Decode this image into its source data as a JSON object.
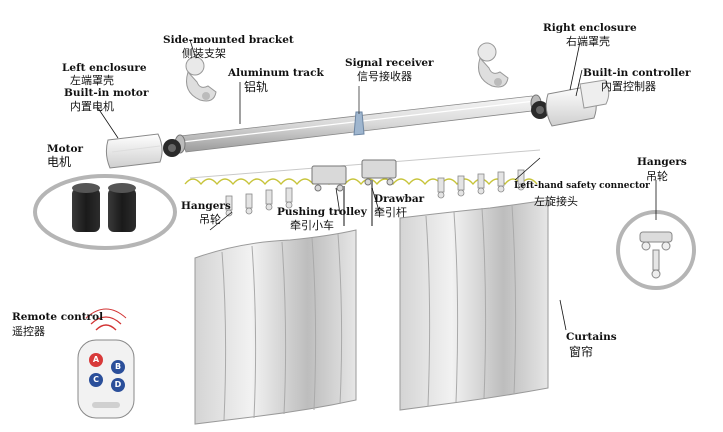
{
  "labels": {
    "side_bracket": {
      "en": "Side-mounted bracket",
      "cn": "侧装支架"
    },
    "left_enclosure": {
      "en": "Left enclosure",
      "cn": "左端罩壳"
    },
    "builtin_motor": {
      "en": "Built-in motor",
      "cn": "内置电机"
    },
    "aluminum_track": {
      "en": "Aluminum track",
      "cn": "铝轨"
    },
    "signal_receiver": {
      "en": "Signal receiver",
      "cn": "信号接收器"
    },
    "right_enclosure": {
      "en": "Right enclosure",
      "cn": "右端罩壳"
    },
    "builtin_controller": {
      "en": "Built-in controller",
      "cn": "内置控制器"
    },
    "motor": {
      "en": "Motor",
      "cn": "电机"
    },
    "hangers_left": {
      "en": "Hangers",
      "cn": "吊轮"
    },
    "pushing_trolley": {
      "en": "Pushing trolley",
      "cn": "牵引小车"
    },
    "drawbar": {
      "en": "Drawbar",
      "cn": "牵引杆"
    },
    "left_safety_connector": {
      "en": "Left-hand safety connector",
      "cn": "左旋接头"
    },
    "hangers_right": {
      "en": "Hangers",
      "cn": "吊轮"
    },
    "remote_control": {
      "en": "Remote control",
      "cn": "遥控器"
    },
    "curtains": {
      "en": "Curtains",
      "cn": "窗帘"
    }
  },
  "remote_buttons": [
    "A",
    "B",
    "C",
    "D"
  ],
  "colors": {
    "button_a": "#d83a3a",
    "button_b": "#2b4f9a",
    "button_c": "#2b4f9a",
    "button_d": "#2b4f9a",
    "spring": "#c7c43a",
    "accent_red": "#d23333"
  }
}
